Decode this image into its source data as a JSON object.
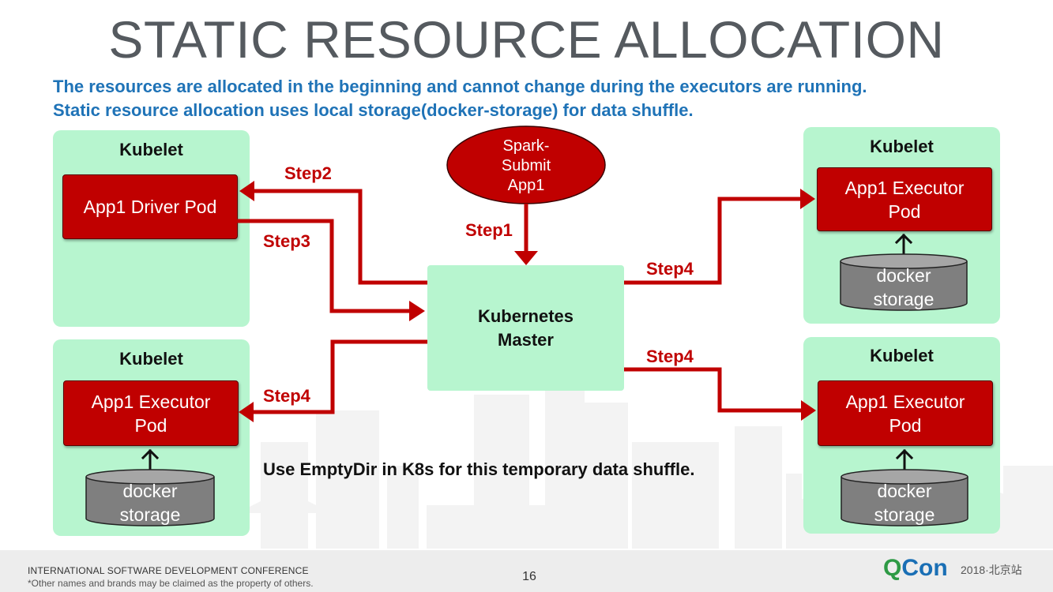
{
  "title": "STATIC RESOURCE ALLOCATION",
  "subtitle_lines": [
    "The resources are allocated in the beginning and cannot change during the executors are running.",
    "Static resource allocation uses local storage(docker-storage) for data shuffle."
  ],
  "kubelet_label": "Kubelet",
  "driver_pod": "App1 Driver Pod",
  "executor_pod_line1": "App1 Executor",
  "executor_pod_line2": "Pod",
  "storage_line1": "docker",
  "storage_line2": "storage",
  "spark_submit": [
    "Spark-",
    "Submit",
    "App1"
  ],
  "master": [
    "Kubernetes",
    "Master"
  ],
  "steps": {
    "step1": "Step1",
    "step2": "Step2",
    "step3": "Step3",
    "step4": "Step4"
  },
  "note": "Use EmptyDir in K8s for this temporary data shuffle.",
  "footer": {
    "conference": "INTERNATIONAL SOFTWARE DEVELOPMENT CONFERENCE",
    "disclaimer": "*Other names and brands may be claimed as the property of others.",
    "page_number": "16",
    "logo_q": "Q",
    "logo_rest": "Con",
    "logo_sub": "2018·北京站"
  },
  "colors": {
    "title": "#555a5f",
    "subtitle": "#1f73b7",
    "node_bg": "#b7f5cf",
    "pod_red": "#c00000",
    "arrow_red": "#c00000",
    "storage_gray": "#7f7f7f"
  }
}
